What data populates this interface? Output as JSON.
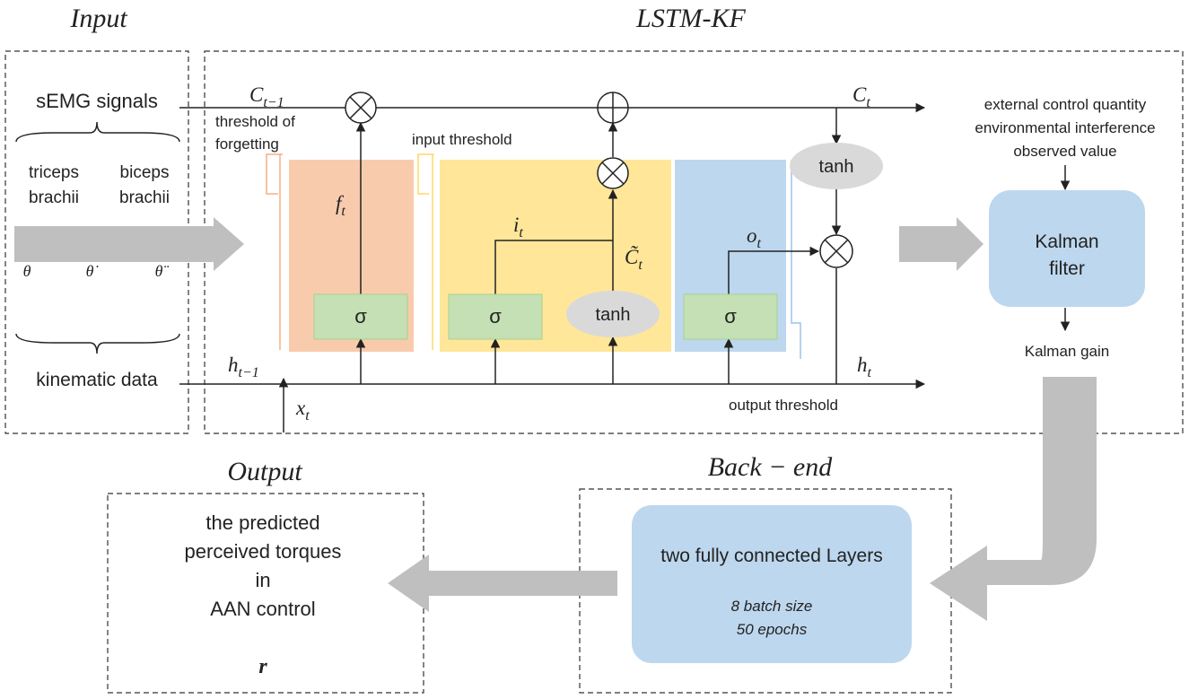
{
  "titles": {
    "input": "Input",
    "lstm": "LSTM-KF",
    "output": "Output",
    "backend": "Back − end"
  },
  "input": {
    "semg": "sEMG signals",
    "triceps": [
      "triceps",
      "brachii"
    ],
    "biceps": [
      "biceps",
      "brachii"
    ],
    "theta": "θ",
    "theta_dot": "θ̇",
    "theta_ddot": "θ̈",
    "kinematic": "kinematic data"
  },
  "lstm": {
    "c_prev": "C",
    "c_prev_sub": "t−1",
    "c_t": "C",
    "c_t_sub": "t",
    "h_prev": "h",
    "h_prev_sub": "t−1",
    "h_t": "h",
    "h_t_sub": "t",
    "x_t": "x",
    "x_t_sub": "t",
    "f_t": "f",
    "f_t_sub": "t",
    "i_t": "i",
    "i_t_sub": "t",
    "o_t": "o",
    "o_t_sub": "t",
    "c_tilde": "C̃",
    "c_tilde_sub": "t",
    "forget_label": [
      "threshold of",
      "forgetting"
    ],
    "input_label": "input threshold",
    "output_label": "output threshold",
    "sigma": "σ",
    "tanh": "tanh"
  },
  "kalman": {
    "inputs": [
      "external control quantity",
      "environmental interference",
      "observed value"
    ],
    "box": [
      "Kalman",
      "filter"
    ],
    "gain": "Kalman gain"
  },
  "backend": {
    "box_title": "two fully connected Layers",
    "batch": "8 batch size",
    "epochs": "50 epochs"
  },
  "output": {
    "lines": [
      "the predicted",
      "perceived torques",
      "in",
      "AAN control"
    ],
    "symbol": "r"
  },
  "colors": {
    "forget_gate": "#f8cbad",
    "input_gate": "#ffe699",
    "output_gate": "#bdd7ee",
    "sigma_box": "#c5e0b4",
    "tanh_oval": "#d9d9d9",
    "kalman_box": "#bdd7ee",
    "arrow": "#bfbfbf"
  }
}
